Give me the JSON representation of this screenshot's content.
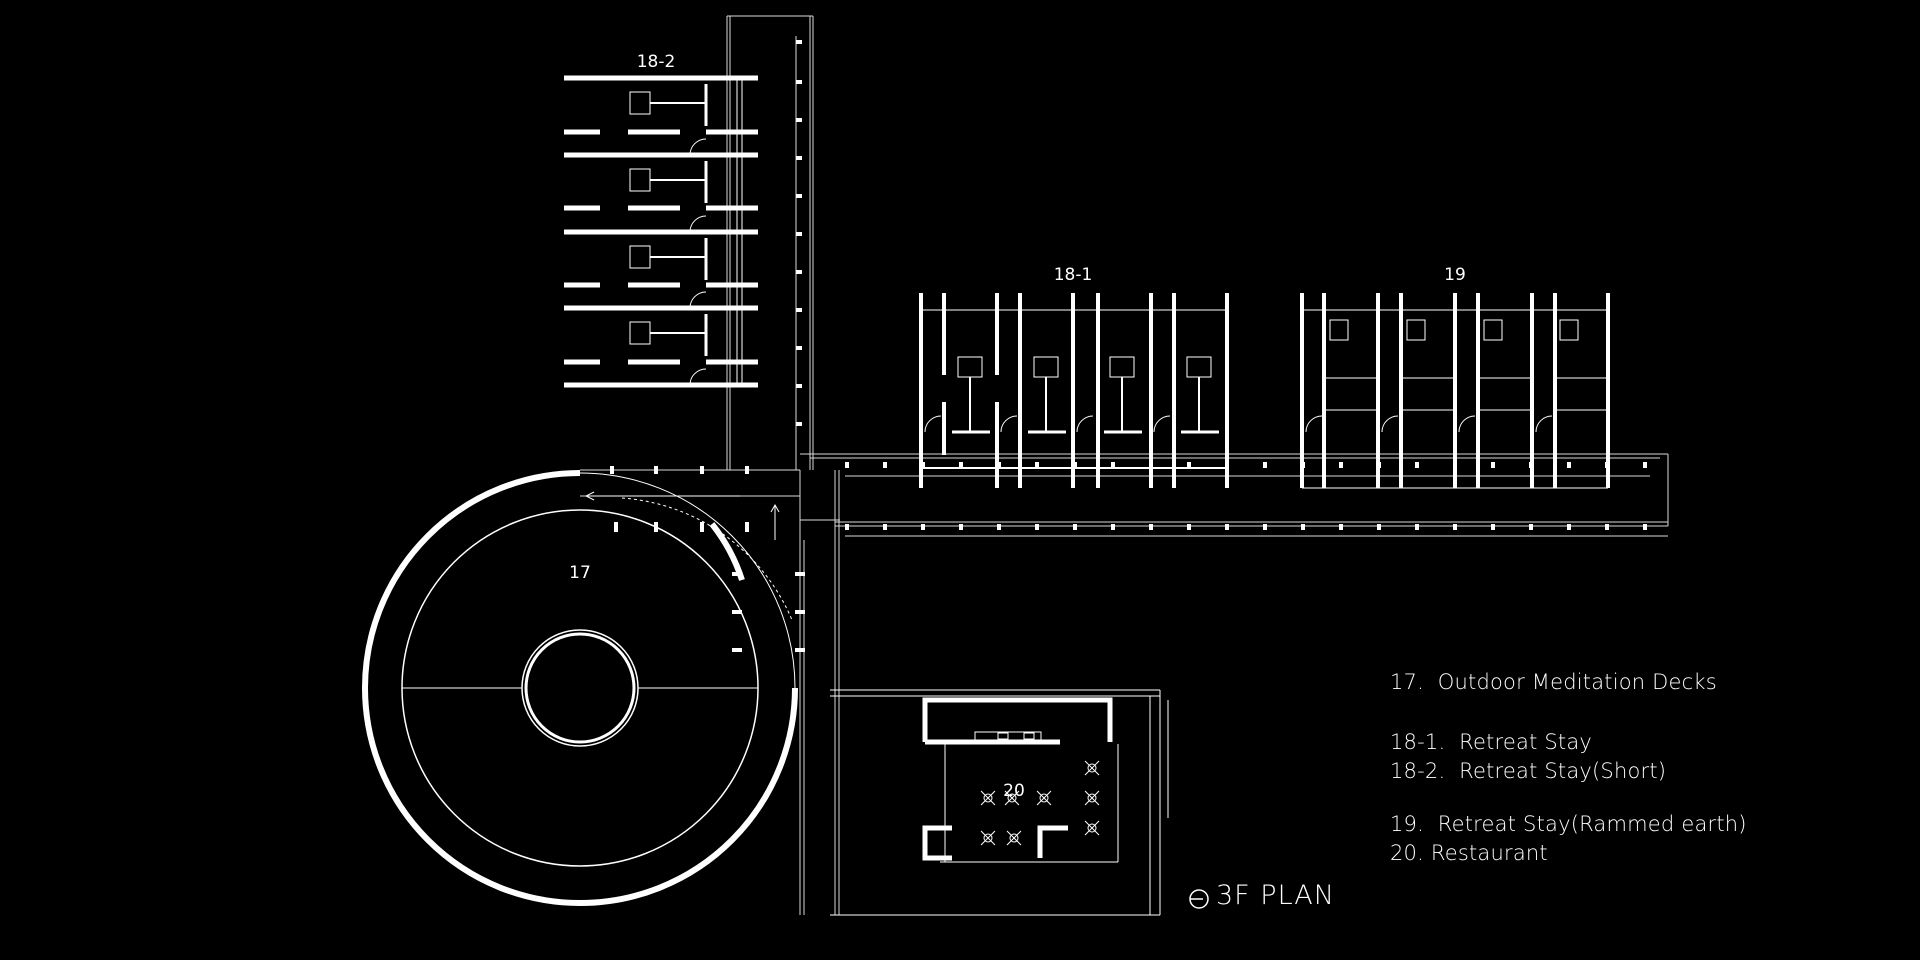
{
  "plan": {
    "title": "3F PLAN",
    "rooms": [
      {
        "id": "r17",
        "label": "17"
      },
      {
        "id": "r181",
        "label": "18-1"
      },
      {
        "id": "r182",
        "label": "18-2"
      },
      {
        "id": "r19",
        "label": "19"
      },
      {
        "id": "r20",
        "label": "20"
      }
    ]
  },
  "legend": [
    {
      "number": "17.",
      "name": "Outdoor Meditation Decks"
    },
    {
      "number": "18-1.",
      "name": "Retreat Stay"
    },
    {
      "number": "18-2.",
      "name": "Retreat Stay(Short)"
    },
    {
      "number": "19.",
      "name": "Retreat Stay(Rammed earth)"
    },
    {
      "number": "20.",
      "name": "Restaurant"
    }
  ],
  "colors": {
    "background": "#000000",
    "linework": "#ffffff"
  }
}
